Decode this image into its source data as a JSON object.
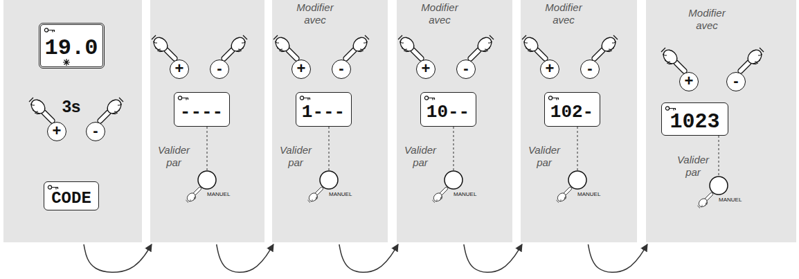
{
  "diagram": {
    "nodes": [
      {
        "text": [
          "3s"
        ]
      },
      {
        "text": [
          "19.0"
        ],
        "in": 0
      },
      {
        "text": [
          "+"
        ],
        "in": 0
      },
      {
        "text": [
          "-"
        ],
        "in": 0
      },
      {
        "text": [
          "CODE"
        ],
        "in": 0
      },
      {
        "text": [
          "Valider par"
        ]
      },
      {
        "text": [
          "+"
        ],
        "in": 5
      },
      {
        "text": [
          "-"
        ],
        "in": 5
      },
      {
        "text": [
          "----"
        ],
        "in": 5
      },
      {
        "text": [
          "MANUEL"
        ],
        "in": 5
      },
      {
        "text": [
          "Modifier avec",
          "Valider par"
        ]
      },
      {
        "text": [
          "+"
        ],
        "in": 10
      },
      {
        "text": [
          "-"
        ],
        "in": 10
      },
      {
        "text": [
          "1---"
        ],
        "in": 10
      },
      {
        "text": [
          "MANUEL"
        ],
        "in": 10
      },
      {
        "text": [
          "Modifier avec",
          "Valider par"
        ]
      },
      {
        "text": [
          "+"
        ],
        "in": 15
      },
      {
        "text": [
          "-"
        ],
        "in": 15
      },
      {
        "text": [
          "10--"
        ],
        "in": 15
      },
      {
        "text": [
          "MANUEL"
        ],
        "in": 15
      },
      {
        "text": [
          "Modifier avec",
          "Valider par"
        ]
      },
      {
        "text": [
          "+"
        ],
        "in": 20
      },
      {
        "text": [
          "-"
        ],
        "in": 20
      },
      {
        "text": [
          "102-"
        ],
        "in": 20
      },
      {
        "text": [
          "MANUEL"
        ],
        "in": 20
      },
      {
        "text": [
          "Modifier avec",
          "Valider par"
        ]
      },
      {
        "text": [
          "+"
        ],
        "in": 25
      },
      {
        "text": [
          "-"
        ],
        "in": 25
      },
      {
        "text": [
          "1023"
        ],
        "in": 25
      },
      {
        "text": [
          "MANUEL"
        ],
        "in": 25
      }
    ],
    "edges": [
      {
        "from": 0,
        "to": 5,
        "arrow": "to"
      },
      {
        "from": 5,
        "to": 10,
        "arrow": "to"
      },
      {
        "from": 10,
        "to": 15,
        "arrow": "to"
      },
      {
        "from": 15,
        "to": 20,
        "arrow": "to"
      },
      {
        "from": 20,
        "to": 25,
        "arrow": "to"
      },
      {
        "from": 8,
        "to": 9,
        "arrow": "none"
      },
      {
        "from": 13,
        "to": 14,
        "arrow": "none"
      },
      {
        "from": 18,
        "to": 19,
        "arrow": "none"
      },
      {
        "from": 23,
        "to": 24,
        "arrow": "none"
      },
      {
        "from": 28,
        "to": 29,
        "arrow": "none"
      }
    ]
  }
}
